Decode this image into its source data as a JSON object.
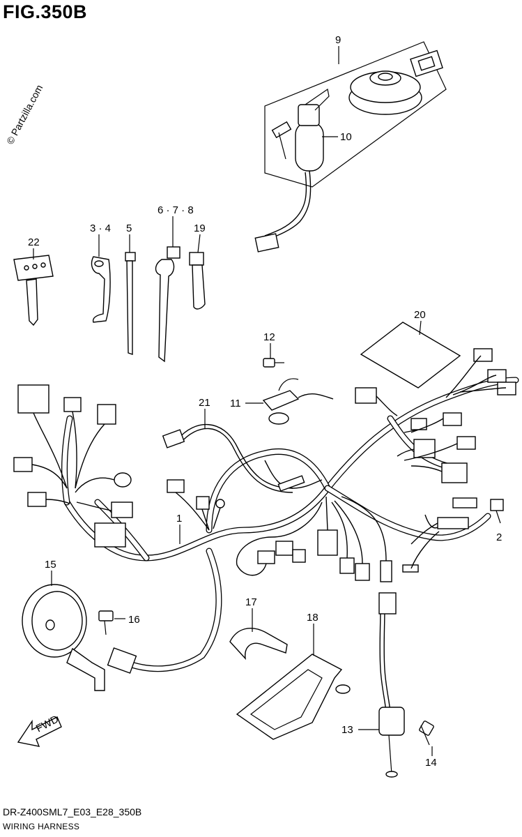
{
  "figure": {
    "title": "FIG.350B",
    "watermark": "© Partzilla.com",
    "drawing_code": "DR-Z400SML7_E03_E28_350B",
    "caption": "WIRING HARNESS",
    "fwd_label": "FWD"
  },
  "callouts": [
    {
      "id": "1",
      "label": "1"
    },
    {
      "id": "2",
      "label": "2"
    },
    {
      "id": "3-4",
      "label": "3 · 4"
    },
    {
      "id": "5",
      "label": "5"
    },
    {
      "id": "6-7-8",
      "label": "6 · 7 · 8"
    },
    {
      "id": "9",
      "label": "9"
    },
    {
      "id": "10",
      "label": "10"
    },
    {
      "id": "11",
      "label": "11"
    },
    {
      "id": "12",
      "label": "12"
    },
    {
      "id": "13",
      "label": "13"
    },
    {
      "id": "14",
      "label": "14"
    },
    {
      "id": "15",
      "label": "15"
    },
    {
      "id": "16",
      "label": "16"
    },
    {
      "id": "17",
      "label": "17"
    },
    {
      "id": "18",
      "label": "18"
    },
    {
      "id": "19",
      "label": "19"
    },
    {
      "id": "20",
      "label": "20"
    },
    {
      "id": "21",
      "label": "21"
    },
    {
      "id": "22",
      "label": "22"
    }
  ]
}
